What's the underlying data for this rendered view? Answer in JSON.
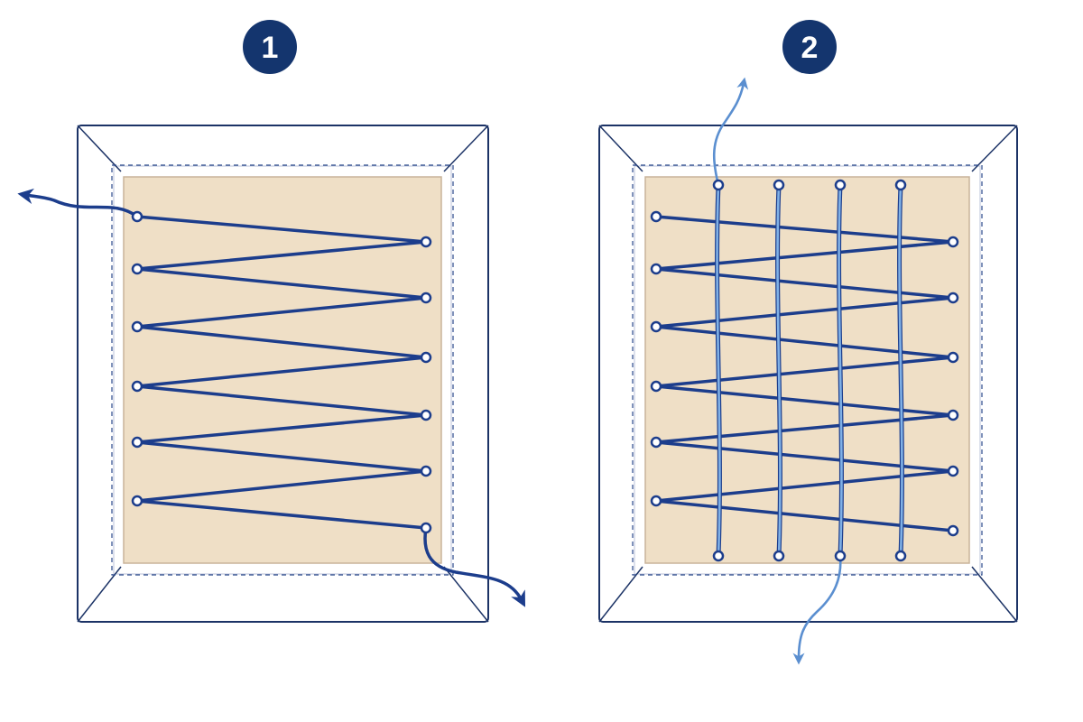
{
  "panels": [
    {
      "id": "panel-1",
      "step_label": "1",
      "lacing": "zigzag",
      "horizontal_rows": 12,
      "thread_color": "#1c3d8c"
    },
    {
      "id": "panel-2",
      "step_label": "2",
      "lacing": "zigzag-plus-vertical",
      "horizontal_rows": 12,
      "vertical_threads": 4,
      "thread_color": "#1c3d8c",
      "vertical_thread_color": "#5b8fd0"
    }
  ],
  "colors": {
    "badge": "#14356e",
    "frame_stroke": "#1c3366",
    "board_fill": "#efdfc6",
    "board_edge": "#c8b49a",
    "dashed_line": "#2c4a8c",
    "thread_dark": "#1c3d8c",
    "thread_light": "#5b8fd0"
  }
}
